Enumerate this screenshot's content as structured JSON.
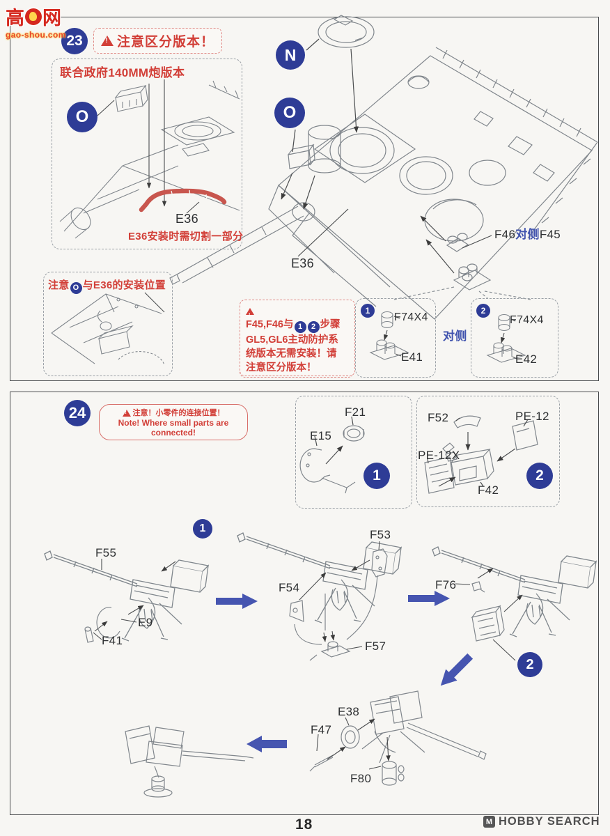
{
  "watermarks": {
    "gaoshou_name": "高手网",
    "gaoshou_char1": "高",
    "gaoshou_char2": "网",
    "gaoshou_url": "gao-shou.com",
    "hobbysearch": "HOBBY SEARCH",
    "hobbysearch_icon": "M"
  },
  "footer": {
    "page_number": "18"
  },
  "step23": {
    "badge": "23",
    "header_warning": "注意区分版本！",
    "inset_top": {
      "title": "联合政府140MM炮版本",
      "callout_o": "O",
      "part_e36": "E36",
      "cut_note": "E36安装时需切割一部分"
    },
    "inset_bottom": {
      "prefix": "注意",
      "callout_o": "O",
      "suffix": "与E36的安装位置"
    },
    "callout_n": "N",
    "callout_o": "O",
    "part_e36": "E36",
    "opposite_label": {
      "f46": "F46",
      "mid": "对侧",
      "f45": "F45"
    },
    "warning_box": {
      "line1_a": "F45,F46与",
      "circle1": "1",
      "circle2": "2",
      "line1_b": "步骤",
      "line2": "GL5,GL6主动防护系",
      "line3": "统版本无需安装！请",
      "line4": "注意区分版本！"
    },
    "panel1": {
      "badge": "1",
      "part_f74": "F74X4",
      "part_e41": "E41"
    },
    "between_panels": "对侧",
    "panel2": {
      "badge": "2",
      "part_f74": "F74X4",
      "part_e42": "E42"
    }
  },
  "step24": {
    "badge": "24",
    "note_cn": "注意！小零件的连接位置！",
    "note_en": "Note! Where small parts are connected!",
    "panel1": {
      "badge": "1",
      "part_f21": "F21",
      "part_e15": "E15"
    },
    "panel2": {
      "badge": "2",
      "part_f52": "F52",
      "part_pe12": "PE-12",
      "part_pe12x": "PE-12X",
      "part_f42": "F42"
    },
    "stage1": {
      "badge": "1",
      "part_f55": "F55",
      "part_e9": "E9",
      "part_f41": "F41"
    },
    "stage2": {
      "part_f53": "F53",
      "part_f54": "F54",
      "part_f57": "F57"
    },
    "stage3": {
      "badge": "2",
      "part_f76": "F76"
    },
    "stage4": {
      "part_e38": "E38",
      "part_f47": "F47",
      "part_f80": "F80"
    }
  }
}
